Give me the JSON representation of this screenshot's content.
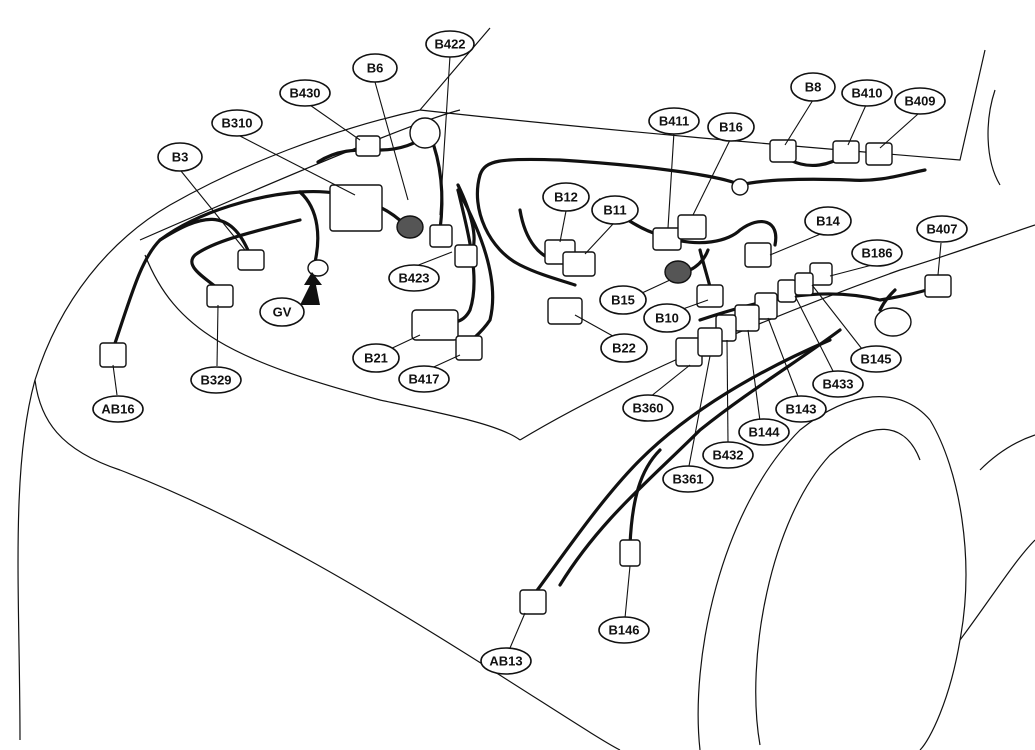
{
  "labels": [
    {
      "id": "B422",
      "text": "B422"
    },
    {
      "id": "B6",
      "text": "B6"
    },
    {
      "id": "B430",
      "text": "B430"
    },
    {
      "id": "B310",
      "text": "B310"
    },
    {
      "id": "B3",
      "text": "B3"
    },
    {
      "id": "B411",
      "text": "B411"
    },
    {
      "id": "B16",
      "text": "B16"
    },
    {
      "id": "B8",
      "text": "B8"
    },
    {
      "id": "B410",
      "text": "B410"
    },
    {
      "id": "B409",
      "text": "B409"
    },
    {
      "id": "B12",
      "text": "B12"
    },
    {
      "id": "B11",
      "text": "B11"
    },
    {
      "id": "B14",
      "text": "B14"
    },
    {
      "id": "B407",
      "text": "B407"
    },
    {
      "id": "B186",
      "text": "B186"
    },
    {
      "id": "B423",
      "text": "B423"
    },
    {
      "id": "GV",
      "text": "GV"
    },
    {
      "id": "B15",
      "text": "B15"
    },
    {
      "id": "B10",
      "text": "B10"
    },
    {
      "id": "B22",
      "text": "B22"
    },
    {
      "id": "B21",
      "text": "B21"
    },
    {
      "id": "B417",
      "text": "B417"
    },
    {
      "id": "B329",
      "text": "B329"
    },
    {
      "id": "AB16",
      "text": "AB16"
    },
    {
      "id": "B145",
      "text": "B145"
    },
    {
      "id": "B433",
      "text": "B433"
    },
    {
      "id": "B360",
      "text": "B360"
    },
    {
      "id": "B143",
      "text": "B143"
    },
    {
      "id": "B144",
      "text": "B144"
    },
    {
      "id": "B432",
      "text": "B432"
    },
    {
      "id": "B361",
      "text": "B361"
    },
    {
      "id": "B146",
      "text": "B146"
    },
    {
      "id": "AB13",
      "text": "AB13"
    }
  ]
}
